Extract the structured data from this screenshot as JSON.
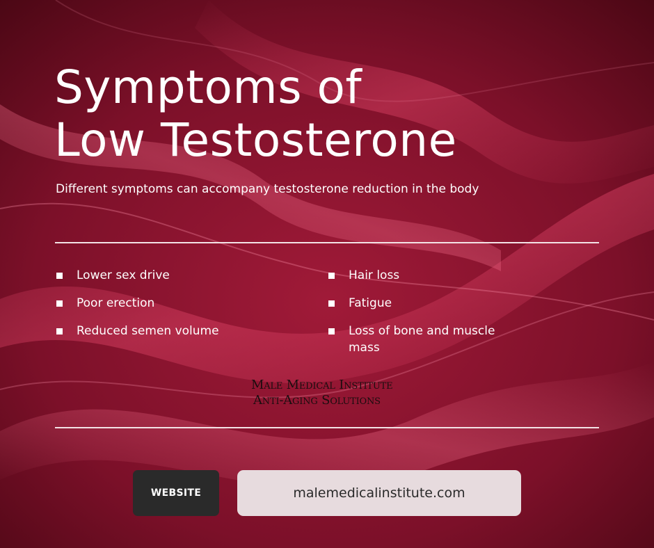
{
  "colors": {
    "background_dark": "#5a0a1a",
    "background_mid": "#8d1530",
    "background_highlight": "#d8345a",
    "text": "#ffffff",
    "rule": "#f3e3e6",
    "button_dark": "#2a2a2a",
    "url_box": "#e7dbde"
  },
  "header": {
    "title_line1": "Symptoms of",
    "title_line2": "Low Testosterone",
    "subtitle": "Different symptoms can accompany testosterone reduction in the body"
  },
  "symptoms": {
    "left": [
      "Lower sex drive",
      "Poor erection",
      "Reduced semen volume"
    ],
    "right": [
      "Hair loss",
      "Fatigue",
      "Loss of bone and muscle mass"
    ]
  },
  "logo": {
    "line1": "Male Medical Institute",
    "line2": "Anti-Aging Solutions"
  },
  "footer": {
    "website_label": "WEBSITE",
    "url": "malemedicalinstitute.com"
  }
}
